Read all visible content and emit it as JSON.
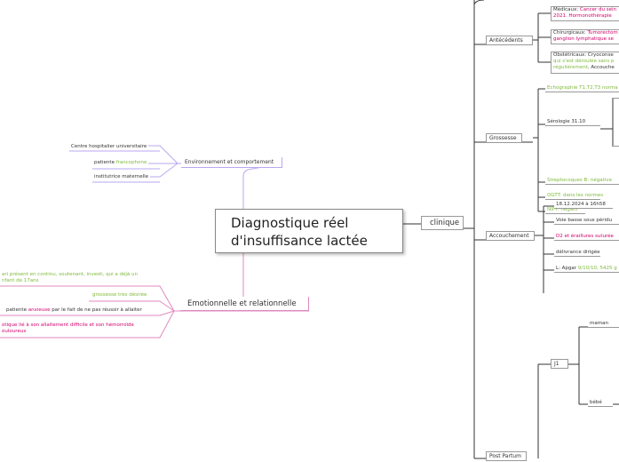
{
  "central": {
    "line1": "Diagnostique réel",
    "line2": "d'insuffisance lactée"
  },
  "left": {
    "environnement": {
      "label": "Environnement et comportement",
      "items": {
        "chu": "Centre hospitalier universitaire",
        "patiente_prefix": "patiente ",
        "patiente_highlight": "francophone",
        "institutrice": "institutrice maternelle"
      }
    },
    "emotionnelle": {
      "label": "Emotionnelle et relationnelle",
      "items": {
        "mari_line1": "ari présent en continu, soutenant, investi, qui a déjà un",
        "mari_line2": "nfant de 17ans",
        "grossesse": "grossesse très désirée",
        "anxieuse_prefix": "patiente ",
        "anxieuse_highlight": "anxieuse",
        "anxieuse_suffix": " par le fait de ne pas réussir à allaiter",
        "fatigue_line1": "otique lié à son allaitement difficile et son hémorroïde",
        "fatigue_line2": "ouloureux"
      }
    }
  },
  "right": {
    "clinique": "clinique",
    "antecedents": {
      "label": "Antécédents",
      "medicaux_prefix": "Médicaux: ",
      "medicaux_red": "Cancer du sein",
      "medicaux_line2_red": "2021. Hormonothérapie",
      "chirurgicaux_prefix": "Chirurgicaux: ",
      "chirurgicaux_red": "Tumorectom",
      "chirurgicaux_line2_red": "ganglion lymphatique se",
      "obstetricaux_line1": "Obstétricaux: Cryoconse",
      "obstetricaux_line2_green": "qui s'est déroulée sans p",
      "obstetricaux_line3_green": "régulièrement",
      "obstetricaux_line3_suffix": ". Accouche"
    },
    "grossesse": {
      "label": "Grossesse",
      "echographie": "Echographie T1,T2,T3 norma",
      "serologie": "Sérologie 31.10",
      "strepto": "Streptocoques B: négative",
      "ogtt": "OGTT: dans les normes",
      "nipt": "NIPT: négatif"
    },
    "accouchement": {
      "label": "Accouchement",
      "date": "18.12.2024 à 16h58",
      "voie": "Voie basse sous péridu",
      "d2": "D2 et éraillures suturée",
      "delivrance": "délivrance dirigée",
      "apgar_prefix": "L: Apgar ",
      "apgar_green": "9/10/10, 5425 g"
    },
    "postpartum": {
      "label": "Post Partum",
      "j1": "J1",
      "maman": "maman",
      "bebe": "bébé"
    }
  }
}
